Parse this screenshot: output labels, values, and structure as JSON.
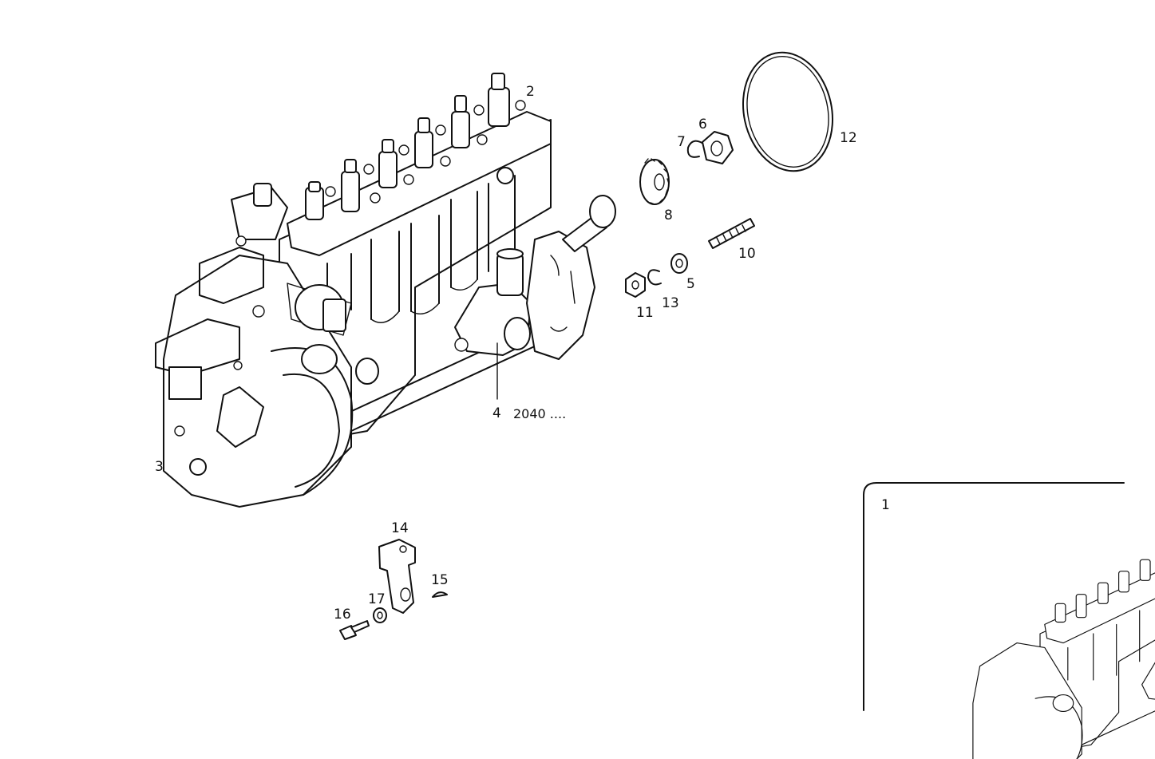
{
  "callouts": {
    "c1": "1",
    "c2": "2",
    "c3": "3",
    "c4": "4",
    "c5": "5",
    "c6": "6",
    "c7": "7",
    "c8": "8",
    "c10": "10",
    "c11": "11",
    "c12": "12",
    "c13": "13",
    "c14": "14",
    "c15": "15",
    "c16": "16",
    "c17": "17"
  },
  "note_2040": "2040 ...."
}
